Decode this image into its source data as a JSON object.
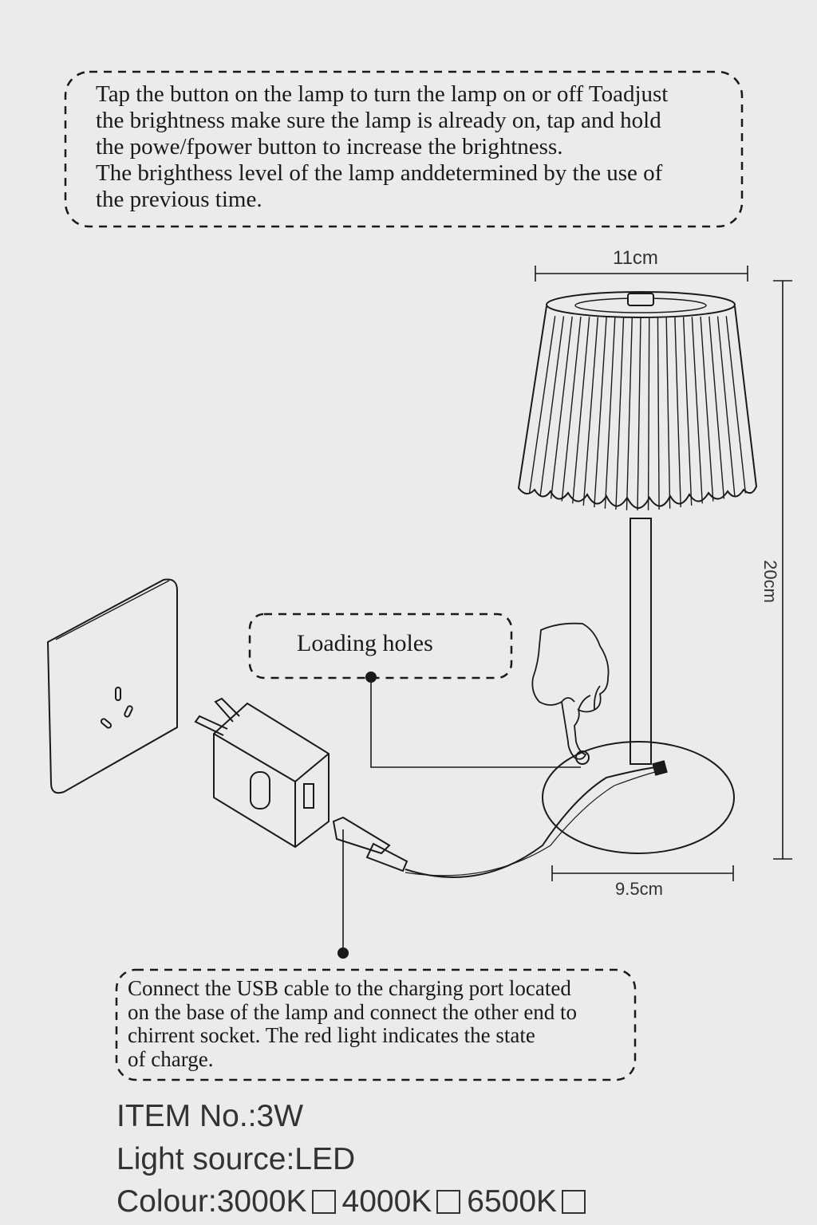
{
  "instructions_top": "Tap the button on the lamp to turn the lamp on or off Toadjust\nthe brightness make sure the lamp is already on, tap and hold\nthe powe/fpower button to increase the brightness.\nThe brighthess level of the lamp anddetermined by the use of\nthe previous time.",
  "callout_loading": "Loading holes",
  "instructions_bottom": "Connect the USB cable to the charging port located\non the base of the lamp and connect the other end to\nchirrent socket. The red light indicates the state\nof charge.",
  "dimensions": {
    "shade_width": "11cm",
    "base_width": "9.5cm",
    "height": "20cm"
  },
  "specs": {
    "item_no": "ITEM No.:3W",
    "light_source": "Light source:LED",
    "colour_label": "Colour:",
    "colour_options": [
      "3000K",
      "4000K",
      "6500K"
    ]
  }
}
